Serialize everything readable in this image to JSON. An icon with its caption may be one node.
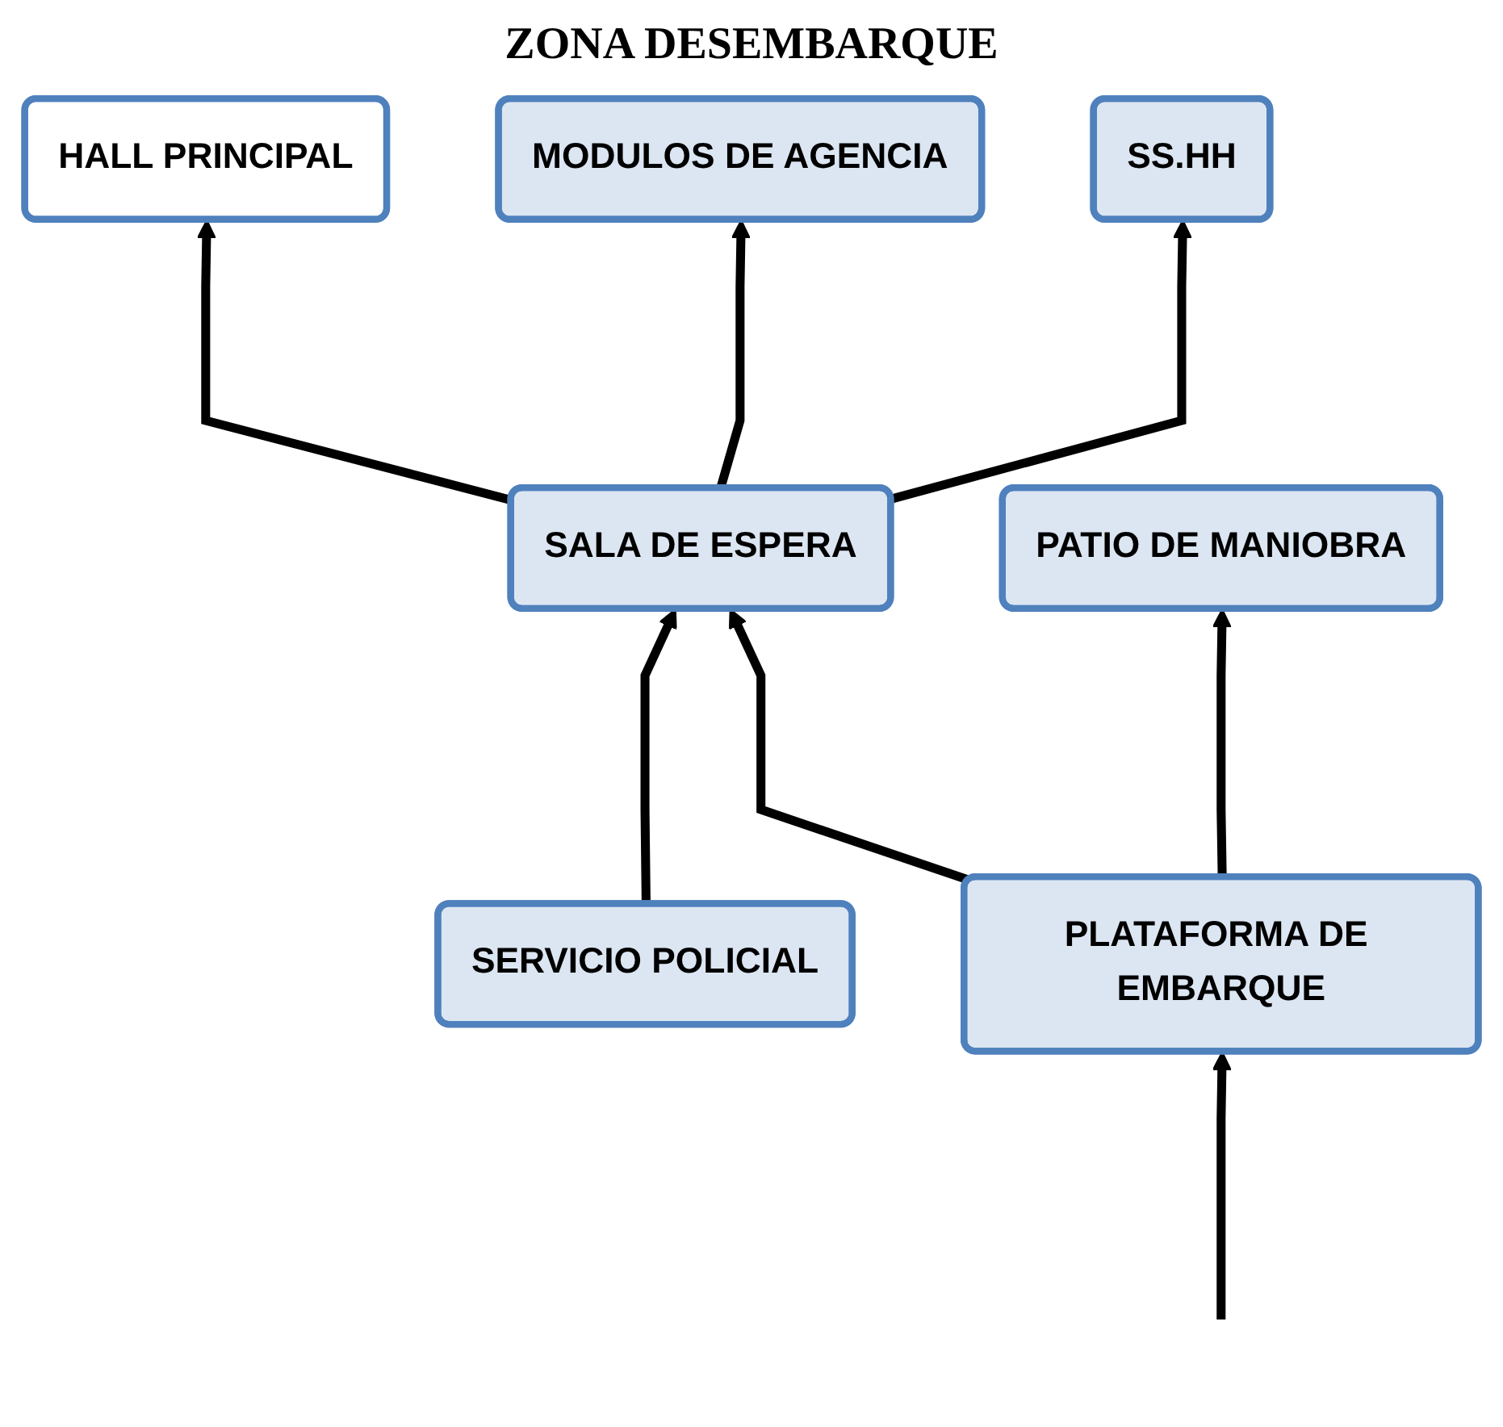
{
  "diagram": {
    "title": "ZONA DESEMBARQUE",
    "nodes": [
      {
        "text": [
          "HALL PRINCIPAL"
        ]
      },
      {
        "text": [
          "SERVICIO POLICIAL"
        ]
      },
      {
        "text": [
          "MODULOS DE AGENCIA"
        ]
      },
      {
        "text": [
          "SALA DE ESPERA"
        ]
      },
      {
        "text": [
          "SS.HH"
        ]
      },
      {
        "text": [
          "PLATAFORMA DE EMBARQUE"
        ]
      },
      {
        "text": [
          "PATIO DE MANIOBRA"
        ]
      }
    ],
    "edges": [
      {
        "from": 3,
        "to": 0,
        "arrow": "to"
      },
      {
        "from": 1,
        "to": 3,
        "arrow": "to"
      },
      {
        "from": 3,
        "to": 2,
        "arrow": "to"
      },
      {
        "from": 3,
        "to": 4,
        "arrow": "to"
      },
      {
        "from": 5,
        "to": 3,
        "arrow": "to"
      },
      {
        "from": 5,
        "to": 6,
        "arrow": "to"
      },
      {
        "from": null,
        "to": 5,
        "arrow": "to"
      }
    ]
  }
}
